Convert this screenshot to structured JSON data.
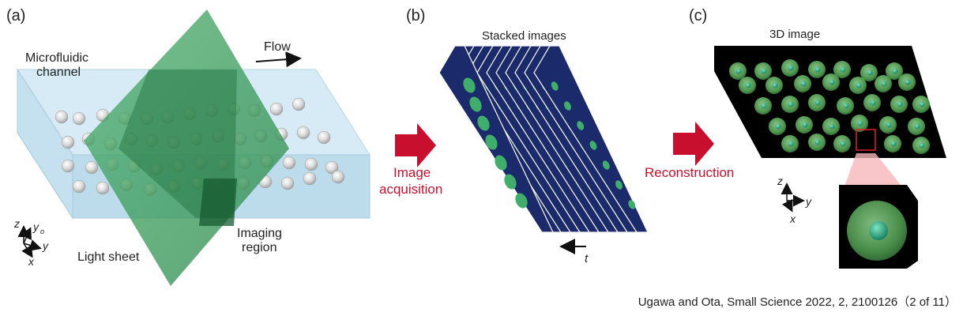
{
  "panel_a": {
    "label": "(a)",
    "channel_label_1": "Microfluidic",
    "channel_label_2": "channel",
    "flow_label": "Flow",
    "sheet_label": "Light sheet",
    "region_label_1": "Imaging",
    "region_label_2": "region",
    "axis_z": "z",
    "axis_y0": "y",
    "axis_y0_sub": "o",
    "axis_y": "y",
    "axis_x": "x"
  },
  "arrow_1": {
    "label_1": "Image",
    "label_2": "acquisition"
  },
  "panel_b": {
    "label": "(b)",
    "title": "Stacked images",
    "time_label": "t"
  },
  "arrow_2": {
    "label": "Reconstruction"
  },
  "panel_c": {
    "label": "(c)",
    "title": "3D image",
    "axis_z": "z",
    "axis_y": "y",
    "axis_x": "x"
  },
  "citation": "Ugawa and Ota, Small Science 2022, 2, 2100126（2 of 11）",
  "colors": {
    "channel": "#cfe6f2",
    "sheet": "#3c9e5e",
    "stack": "#1a2a6b",
    "accent_red": "#c8102e",
    "black": "#000000",
    "cell_green": "#5fae5f"
  }
}
